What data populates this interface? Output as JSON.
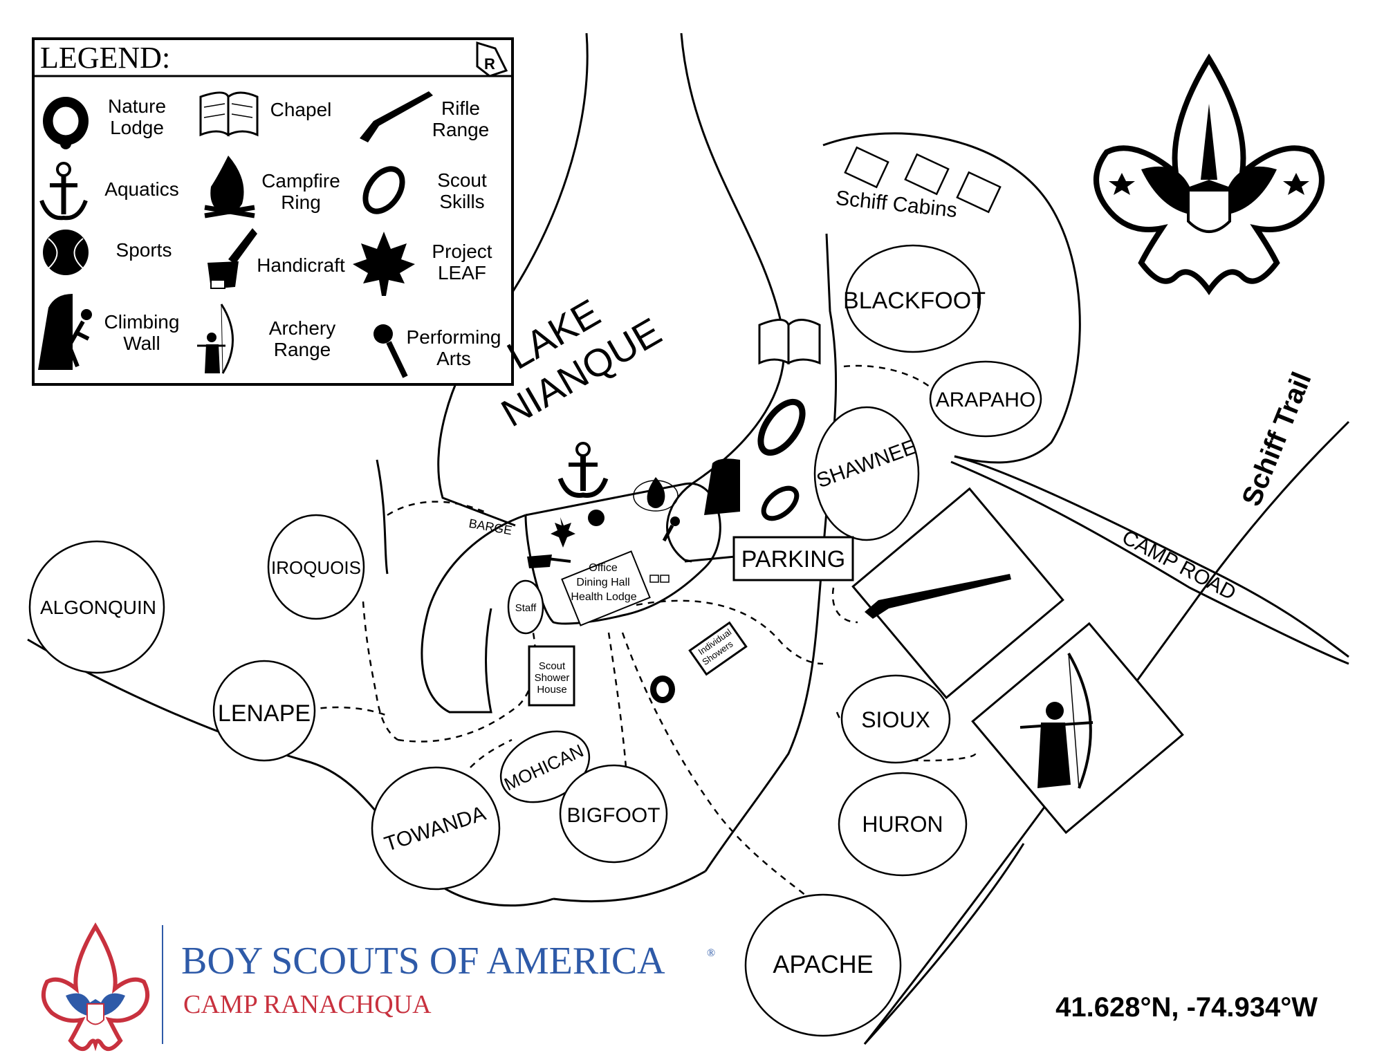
{
  "legend": {
    "title": "LEGEND:",
    "items": [
      {
        "icon": "turtle-icon",
        "label_1": "Nature",
        "label_2": "Lodge"
      },
      {
        "icon": "book-icon",
        "label_1": "Chapel",
        "label_2": ""
      },
      {
        "icon": "rifle-icon",
        "label_1": "Rifle",
        "label_2": "Range"
      },
      {
        "icon": "anchor-icon",
        "label_1": "Aquatics",
        "label_2": ""
      },
      {
        "icon": "campfire-icon",
        "label_1": "Campfire",
        "label_2": "Ring"
      },
      {
        "icon": "knot-icon",
        "label_1": "Scout",
        "label_2": "Skills"
      },
      {
        "icon": "ball-icon",
        "label_1": "Sports",
        "label_2": ""
      },
      {
        "icon": "paintbrush-icon",
        "label_1": "Handicraft",
        "label_2": ""
      },
      {
        "icon": "maple-leaf-icon",
        "label_1": "Project",
        "label_2": "LEAF"
      },
      {
        "icon": "climber-icon",
        "label_1": "Climbing",
        "label_2": "Wall"
      },
      {
        "icon": "archer-icon",
        "label_1": "Archery",
        "label_2": "Range"
      },
      {
        "icon": "microphone-icon",
        "label_1": "Performing",
        "label_2": "Arts"
      }
    ]
  },
  "lake": {
    "line_1": "LAKE",
    "line_2": "NIANQUE"
  },
  "campsites": {
    "blackfoot": "BLACKFOOT",
    "arapaho": "ARAPAHO",
    "shawnee": "SHAWNEE",
    "iroquois": "IROQUOIS",
    "algonquin": "ALGONQUIN",
    "lenape": "LENAPE",
    "mohican": "MOHICAN",
    "towanda": "TOWANDA",
    "bigfoot": "BIGFOOT",
    "sioux": "SIOUX",
    "huron": "HURON",
    "apache": "APACHE"
  },
  "places": {
    "schiff_cabins": "Schiff Cabins",
    "barge": "BARGE",
    "parking": "PARKING",
    "office": "Office",
    "dining_hall": "Dining Hall",
    "health_lodge": "Health Lodge",
    "staff": "Staff",
    "scout_shower_1": "Scout",
    "scout_shower_2": "Shower",
    "scout_shower_3": "House",
    "individual_showers_1": "Individual",
    "individual_showers_2": "Showers"
  },
  "roads": {
    "schiff_trail": "Schiff Trail",
    "camp_road": "CAMP ROAD"
  },
  "branding": {
    "org_name": "BOY SCOUTS OF AMERICA",
    "registered": "®",
    "camp_name": "CAMP RANACHQUA",
    "org_color": "#2e5aa8",
    "camp_color": "#c8313e"
  },
  "coordinates": "41.628°N, -74.934°W"
}
